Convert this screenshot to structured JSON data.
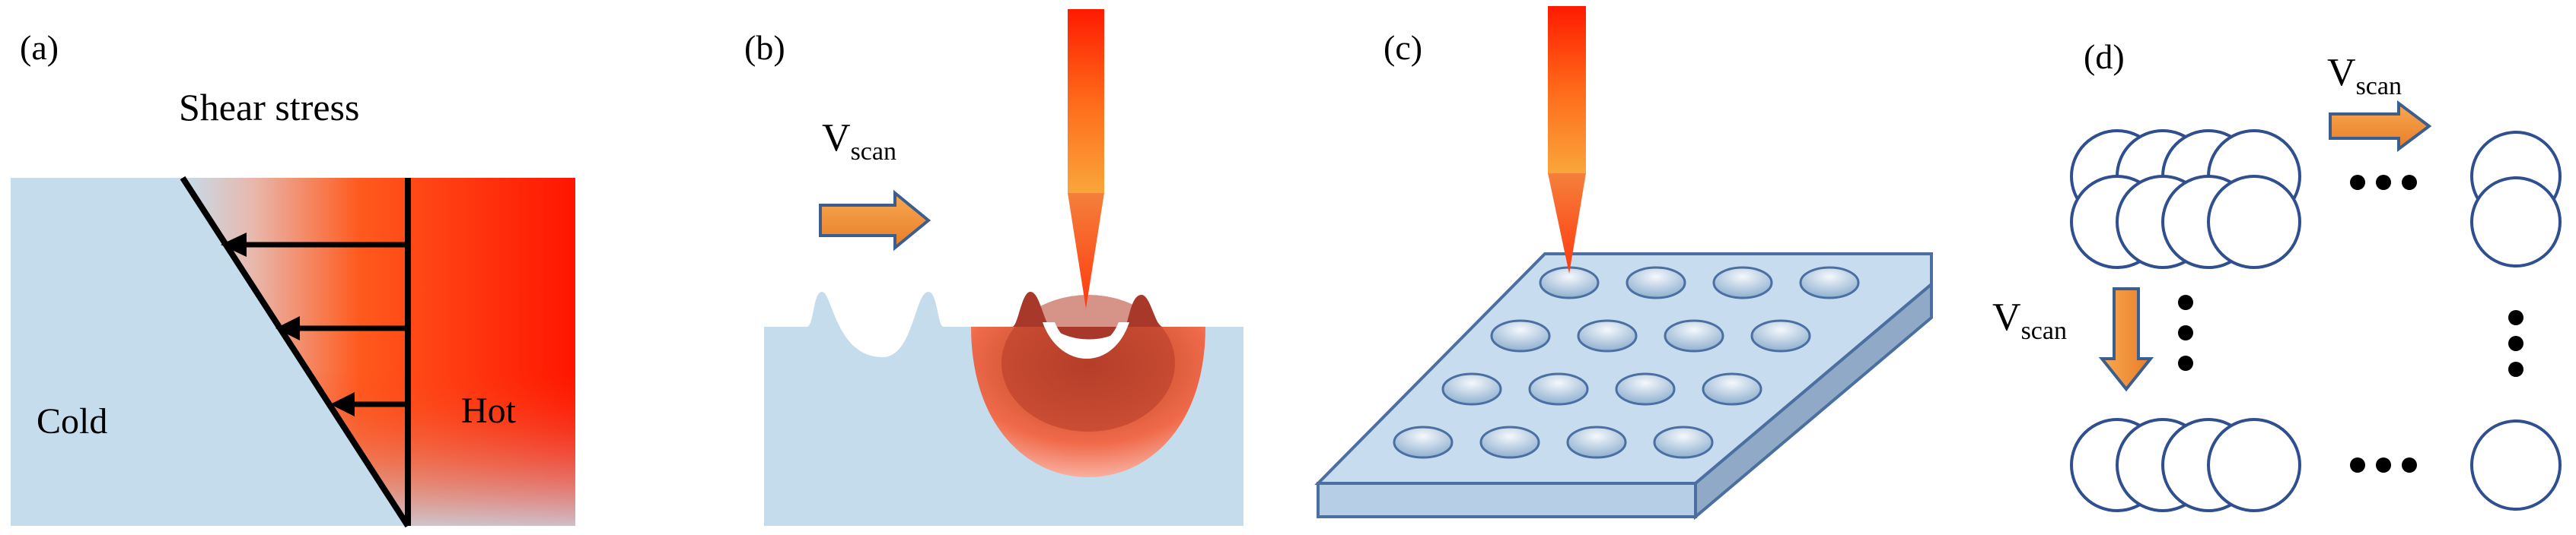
{
  "panels": {
    "a": {
      "label": "(a)",
      "title": "Shear stress",
      "cold": "Cold",
      "hot": "Hot"
    },
    "b": {
      "label": "(b)",
      "v_main": "V",
      "v_sub": "scan"
    },
    "c": {
      "label": "(c)"
    },
    "d": {
      "label": "(d)",
      "v_h_main": "V",
      "v_h_sub": "scan",
      "v_v_main": "V",
      "v_v_sub": "scan"
    }
  },
  "colors": {
    "cold_material": "#c5dcec",
    "hot": "#ff2200",
    "arrow_orange": "#f0923a",
    "circle_stroke": "#2f4f8f",
    "plate_top": "#c7dcee",
    "plate_edge": "#4a6fa0"
  }
}
